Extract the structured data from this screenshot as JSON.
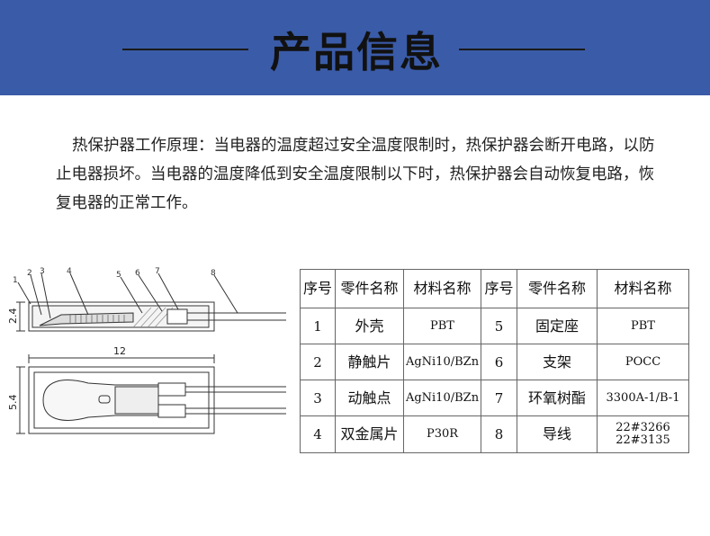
{
  "header": {
    "title": "产品信息"
  },
  "description": {
    "text": "热保护器工作原理：当电器的温度超过安全温度限制时，热保护器会断开电路，以防止电器损坏。当电器的温度降低到安全温度限制以下时，热保护器会自动恢复电路，恢复电器的正常工作。"
  },
  "diagram": {
    "callouts": [
      "1",
      "2",
      "3",
      "4",
      "5",
      "6",
      "7",
      "8"
    ],
    "dim_thickness": "2.4",
    "dim_length": "12",
    "dim_width": "5.4"
  },
  "table": {
    "headers": [
      "序号",
      "零件名称",
      "材料名称",
      "序号",
      "零件名称",
      "材料名称"
    ],
    "rows": [
      {
        "no1": "1",
        "part1": "外壳",
        "mat1": "PBT",
        "no2": "5",
        "part2": "固定座",
        "mat2": "PBT"
      },
      {
        "no1": "2",
        "part1": "静触片",
        "mat1": "AgNi10/BZn",
        "no2": "6",
        "part2": "支架",
        "mat2": "POCC"
      },
      {
        "no1": "3",
        "part1": "动触点",
        "mat1": "AgNi10/BZn",
        "no2": "7",
        "part2": "环氧树酯",
        "mat2": "3300A-1/B-1"
      },
      {
        "no1": "4",
        "part1": "双金属片",
        "mat1": "P30R",
        "no2": "8",
        "part2": "导线",
        "mat2": [
          "22#3266",
          "22#3135"
        ]
      }
    ]
  }
}
